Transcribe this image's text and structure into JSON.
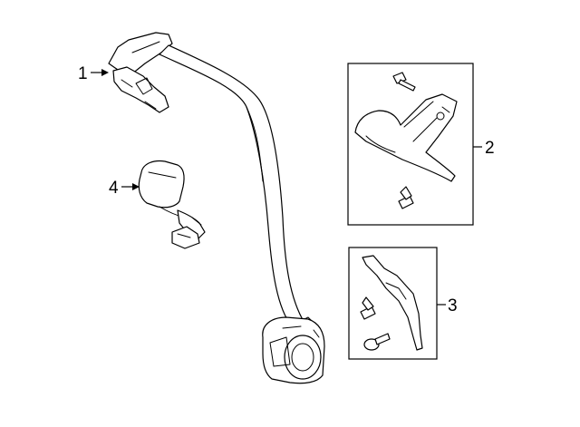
{
  "diagram": {
    "callouts": [
      {
        "id": "1",
        "label": "1"
      },
      {
        "id": "2",
        "label": "2"
      },
      {
        "id": "3",
        "label": "3"
      },
      {
        "id": "4",
        "label": "4"
      }
    ]
  },
  "colors": {
    "line": "#000000",
    "background": "#ffffff"
  }
}
